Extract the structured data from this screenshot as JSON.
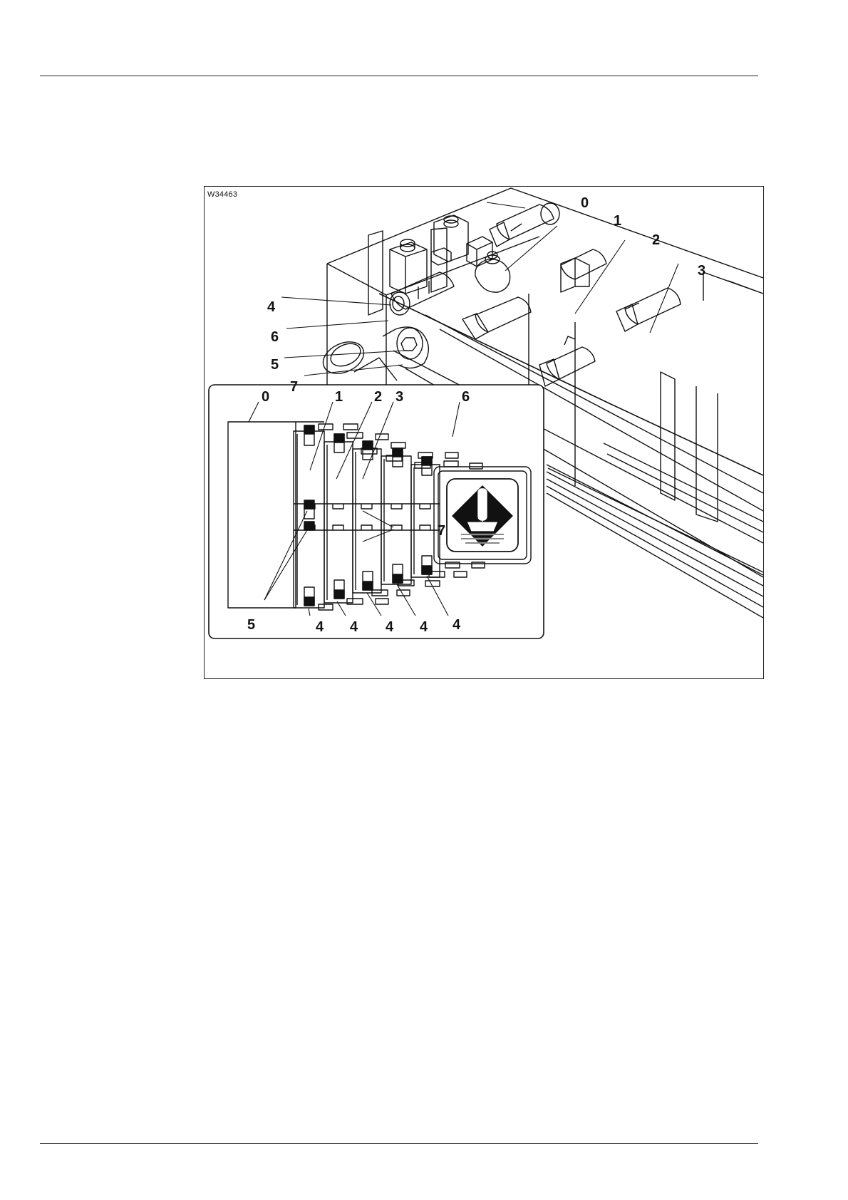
{
  "figure": {
    "code": "W34463",
    "main_view_callouts": {
      "c0": "0",
      "c1": "1",
      "c2": "2",
      "c3": "3",
      "c4": "4",
      "c5": "5",
      "c6": "6",
      "c7": "7"
    },
    "inset_callouts": {
      "top_0": "0",
      "top_1": "1",
      "top_2": "2",
      "top_3": "3",
      "top_6": "6",
      "mid_7": "7",
      "bottom_5": "5",
      "bottom_4a": "4",
      "bottom_4b": "4",
      "bottom_4c": "4",
      "bottom_4d": "4",
      "bottom_4e": "4"
    }
  }
}
